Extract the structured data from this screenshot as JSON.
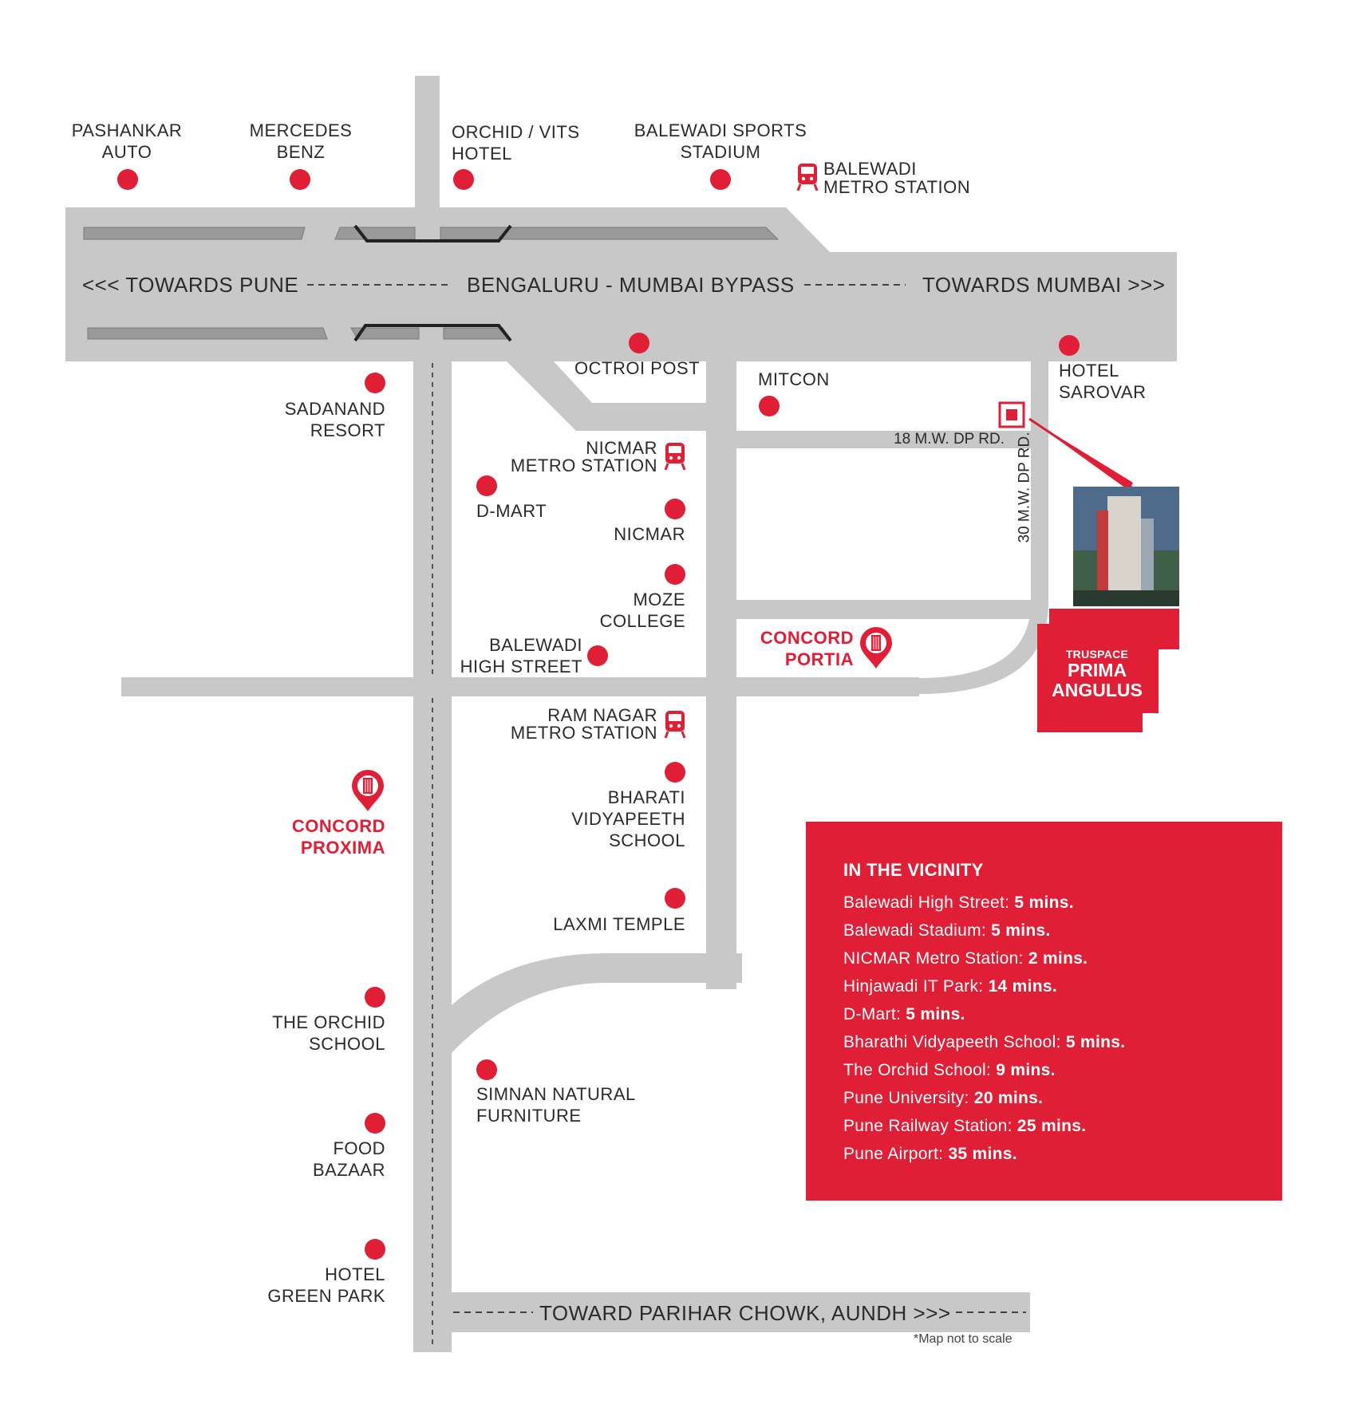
{
  "colors": {
    "accent": "#e01e35",
    "road": "#c8c8c8",
    "text": "#2b2b2b"
  },
  "roads": {
    "main": "BENGALURU - MUMBAI BYPASS",
    "left": "<<< TOWARDS PUNE",
    "right": "TOWARDS MUMBAI >>>",
    "road18": "18 M.W. DP RD.",
    "road30": "30 M.W. DP RD.",
    "bottom": "TOWARD PARIHAR CHOWK, AUNDH >>>"
  },
  "places": {
    "pashankar": [
      "PASHANKAR",
      "AUTO"
    ],
    "mercedes": [
      "MERCEDES",
      "BENZ"
    ],
    "orchid_vits": [
      "ORCHID / VITS",
      "HOTEL"
    ],
    "balewadi_stadium": [
      "BALEWADI SPORTS",
      "STADIUM"
    ],
    "balewadi_metro": [
      "BALEWADI",
      "METRO STATION"
    ],
    "octroi": [
      "OCTROI POST"
    ],
    "mitcon": [
      "MITCON"
    ],
    "hotel_sarovar": [
      "HOTEL",
      "SAROVAR"
    ],
    "sadanand": [
      "SADANAND",
      "RESORT"
    ],
    "nicmar_metro": [
      "NICMAR",
      "METRO STATION"
    ],
    "dmart": [
      "D-MART"
    ],
    "nicmar": [
      "NICMAR"
    ],
    "moze": [
      "MOZE",
      "COLLEGE"
    ],
    "balewadi_hs": [
      "BALEWADI",
      "HIGH STREET"
    ],
    "ramnagar_metro": [
      "RAM NAGAR",
      "METRO STATION"
    ],
    "bharati": [
      "BHARATI",
      "VIDYAPEETH",
      "SCHOOL"
    ],
    "laxmi": [
      "LAXMI TEMPLE"
    ],
    "orchid_school": [
      "THE ORCHID",
      "SCHOOL"
    ],
    "simnan": [
      "SIMNAN NATURAL",
      "FURNITURE"
    ],
    "food_bazaar": [
      "FOOD",
      "BAZAAR"
    ],
    "green_park": [
      "HOTEL",
      "GREEN PARK"
    ],
    "concord_portia": [
      "CONCORD",
      "PORTIA"
    ],
    "concord_proxima": [
      "CONCORD",
      "PROXIMA"
    ]
  },
  "project": {
    "brand": "TRUSPACE",
    "name_line1": "PRIMA",
    "name_line2": "ANGULUS"
  },
  "vicinity": {
    "title": "IN THE VICINITY",
    "items": [
      {
        "label": "Balewadi High Street:",
        "time": "5 mins."
      },
      {
        "label": "Balewadi Stadium:",
        "time": "5 mins."
      },
      {
        "label": "NICMAR Metro Station:",
        "time": "2 mins."
      },
      {
        "label": "Hinjawadi IT Park:",
        "time": "14 mins."
      },
      {
        "label": "D-Mart:",
        "time": "5 mins."
      },
      {
        "label": "Bharathi Vidyapeeth School:",
        "time": "5 mins."
      },
      {
        "label": "The Orchid School:",
        "time": "9 mins."
      },
      {
        "label": "Pune University:",
        "time": "20 mins."
      },
      {
        "label": "Pune Railway Station:",
        "time": "25 mins."
      },
      {
        "label": "Pune Airport:",
        "time": "35 mins."
      }
    ]
  },
  "note": "*Map not to scale"
}
